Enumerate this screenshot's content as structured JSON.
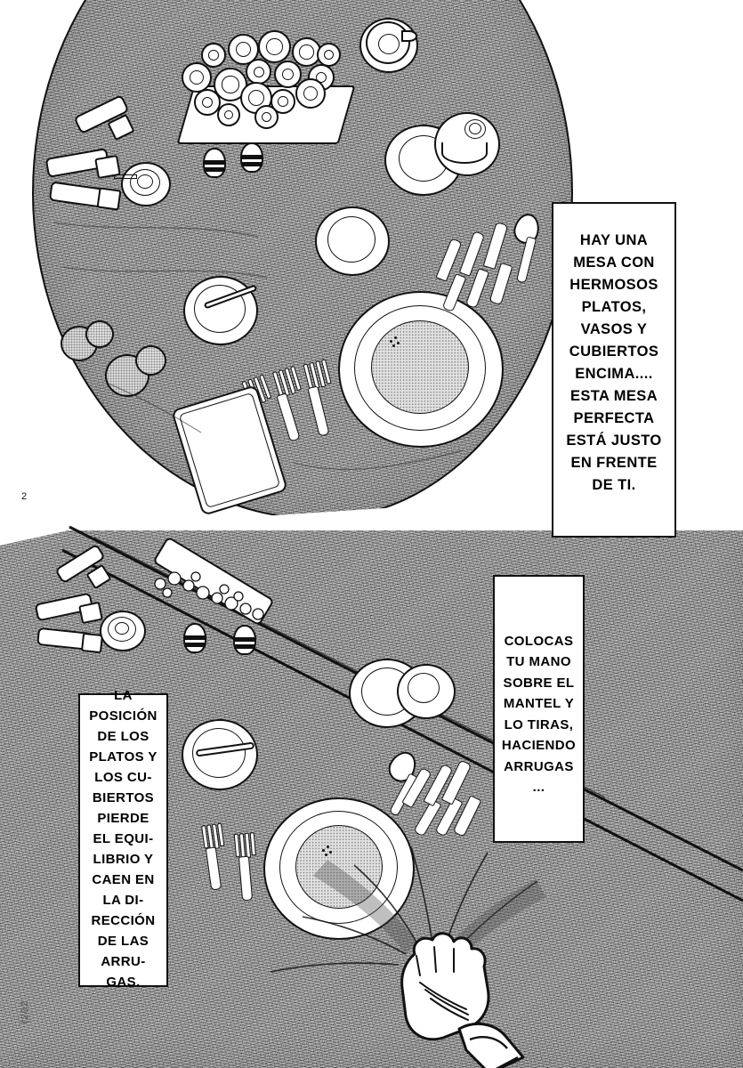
{
  "page": {
    "number": "2",
    "corner_code": "(202",
    "background_color": "#ffffff",
    "ink_color": "#111111",
    "cloth_color": "#b4b4b4"
  },
  "panels": [
    {
      "id": "panel-top",
      "name": "perfect-table-setting",
      "description": "Overhead view of a round dining table, perfectly set with plates, glasses, cutlery, candelabra and a floral centerpiece."
    },
    {
      "id": "panel-bottom",
      "name": "tablecloth-pulled",
      "description": "Same table from a lower angle, the cloth being gripped and pulled by a hand, the place setting sliding toward the wrinkles."
    }
  ],
  "textboxes": [
    {
      "id": "textbox-1",
      "name": "narration-box-top-right",
      "text": "HAY UNA\nMESA CON\nHERMOSOS\nPLATOS,\nVASOS Y\nCUBIERTOS\nENCIMA....\nESTA MESA\nPERFECTA\nESTÁ JUSTO\nEN FRENTE\nDE TI."
    },
    {
      "id": "textbox-2",
      "name": "narration-box-middle-right",
      "text": "COLOCAS\nTU MANO\nSOBRE EL\nMANTEL Y\nLO TIRAS,\nHACIENDO\nARRUGAS\n..."
    },
    {
      "id": "textbox-3",
      "name": "narration-box-bottom-left",
      "text": "LA\nPOSICIÓN\nDE LOS\nPLATOS Y\nLOS CU-\nBIERTOS\nPIERDE\nEL EQUI-\nLIBRIO Y\nCAEN EN\nLA DI-\nRECCIÓN\nDE LAS\nARRU-\nGAS."
    }
  ],
  "objects": {
    "top_panel": [
      "floral-centerpiece",
      "teacup-and-saucer",
      "teapot-and-saucer",
      "salt-shaker",
      "pepper-shaker",
      "candelabra",
      "wine-glass-large",
      "wine-glass-small",
      "bread-plate-with-butter-knife",
      "dinner-plate",
      "knife-set",
      "spoon",
      "fork-set",
      "napkin"
    ],
    "bottom_panel": [
      "flower-trough",
      "candelabra",
      "salt-shaker",
      "pepper-shaker",
      "bread-plate-with-butter-knife",
      "saucer",
      "cup",
      "dinner-plate",
      "fork-set",
      "knife-set",
      "spoon",
      "hand-gripping-tablecloth",
      "shirt-cuff"
    ]
  }
}
